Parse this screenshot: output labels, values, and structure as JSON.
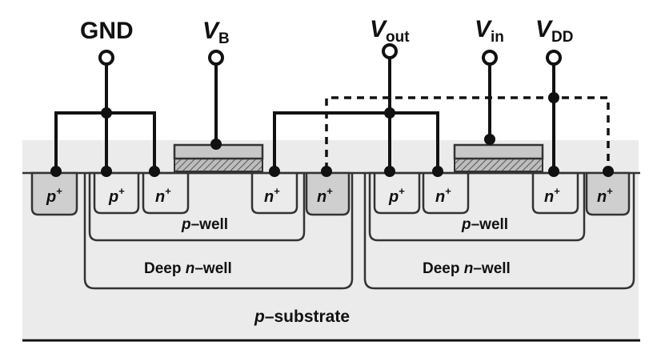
{
  "terminals": {
    "gnd": {
      "text": "GND"
    },
    "vb": {
      "main": "V",
      "sub": "B"
    },
    "vout": {
      "main": "V",
      "sub": "out"
    },
    "vin": {
      "main": "V",
      "sub": "in"
    },
    "vdd": {
      "main": "V",
      "sub": "DD"
    }
  },
  "regions": {
    "p": "p",
    "n": "n",
    "plus": "+"
  },
  "wells": {
    "pwell_main": "p",
    "pwell_suffix": "–well",
    "deep_prefix": "Deep ",
    "deep_main": "n",
    "deep_suffix": "–well"
  },
  "substrate": {
    "main": "p",
    "suffix": "–substrate"
  },
  "colors": {
    "substrate": "#ebebeb",
    "pwell": "#dedede",
    "wire": "#111111"
  }
}
